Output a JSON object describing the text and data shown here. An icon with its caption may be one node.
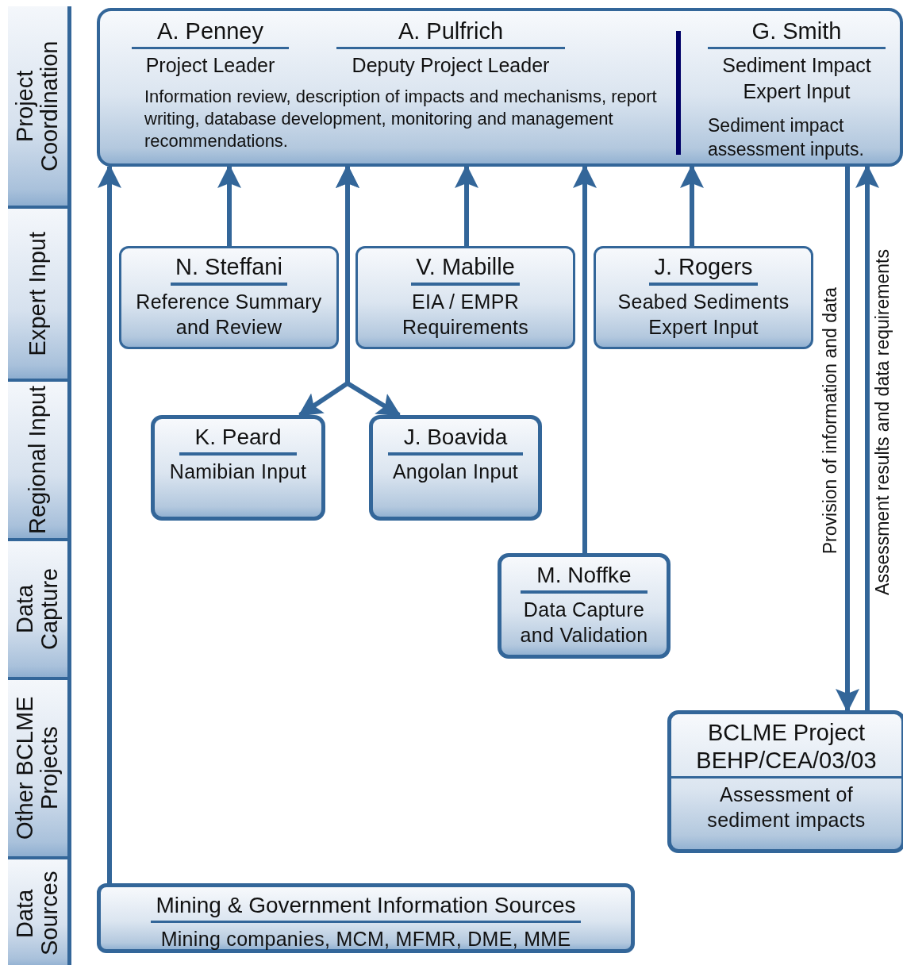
{
  "diagram": {
    "nodes": [
      {
        "text": [
          "Project Coordination"
        ]
      },
      {
        "text": [
          "Expert Input"
        ]
      },
      {
        "text": [
          "Regional Input"
        ]
      },
      {
        "text": [
          "Data Capture"
        ]
      },
      {
        "text": [
          "Other BCLME Projects"
        ]
      },
      {
        "text": [
          "Data Sources"
        ]
      },
      {
        "text": [
          "A. Penney",
          "Project Leader",
          "A. Pulfrich",
          "Deputy Project Leader",
          "Information review, description of impacts and mechanisms, report writing, database development, monitoring and management recommendations.",
          "G. Smith",
          "Sediment Impact Expert Input",
          "Sediment impact assessment inputs."
        ]
      },
      {
        "text": [
          "N. Steffani",
          "Reference Summary and Review"
        ]
      },
      {
        "text": [
          "V. Mabille",
          "EIA / EMPR Requirements"
        ]
      },
      {
        "text": [
          "J. Rogers",
          "Seabed Sediments Expert Input"
        ]
      },
      {
        "text": [
          "K. Peard",
          "Namibian Input"
        ]
      },
      {
        "text": [
          "J. Boavida",
          "Angolan Input"
        ]
      },
      {
        "text": [
          "M. Noffke",
          "Data Capture and Validation"
        ]
      },
      {
        "text": [
          "BCLME Project BEHP/CEA/03/03",
          "Assessment of sediment impacts"
        ]
      },
      {
        "text": [
          "Mining & Government Information Sources",
          "Mining companies, MCM, MFMR, DME, MME"
        ]
      }
    ],
    "edges": [
      {
        "from": 14,
        "to": 6,
        "arrow": "to"
      },
      {
        "from": 7,
        "to": 6,
        "arrow": "to"
      },
      {
        "from": 8,
        "to": 6,
        "arrow": "to"
      },
      {
        "from": 9,
        "to": 6,
        "arrow": "to"
      },
      {
        "from": 10,
        "to": 6,
        "arrow": "both"
      },
      {
        "from": 11,
        "to": 6,
        "arrow": "both"
      },
      {
        "from": 12,
        "to": 6,
        "arrow": "to"
      },
      {
        "from": 6,
        "to": 13,
        "arrow": "to",
        "label": "Provision of information and data"
      },
      {
        "from": 13,
        "to": 6,
        "arrow": "to",
        "label": "Assessment results and data requirements"
      }
    ]
  }
}
